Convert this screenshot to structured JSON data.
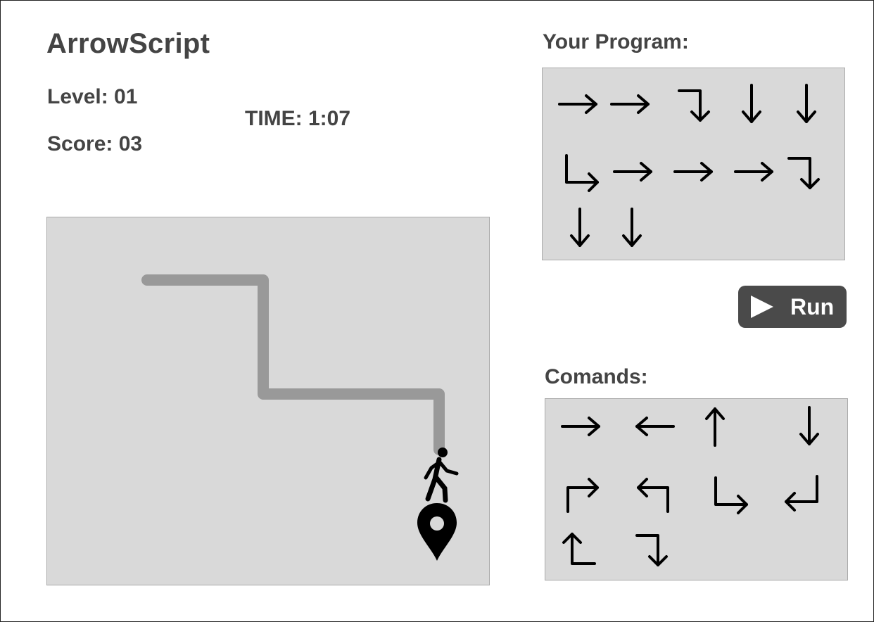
{
  "app": {
    "title": "ArrowScript",
    "level": "Level: 01",
    "score": "Score: 03",
    "time": "TIME: 1:07"
  },
  "program": {
    "title": "Your Program:",
    "steps": [
      "right-arrow",
      "right-arrow",
      "turn-right-down-arrow",
      "down-arrow",
      "down-arrow",
      "turn-down-right-arrow",
      "right-arrow",
      "right-arrow",
      "right-arrow",
      "turn-right-down-arrow",
      "down-arrow",
      "down-arrow"
    ]
  },
  "run_button": {
    "label": "Run",
    "icon": "play-icon"
  },
  "commands": {
    "title": "Comands:",
    "items": [
      "right-arrow",
      "left-arrow",
      "up-arrow",
      "down-arrow",
      "turn-up-right-arrow",
      "turn-up-left-arrow",
      "turn-down-right-arrow",
      "turn-left-return-arrow",
      "turn-left-up-arrow",
      "turn-right-down-arrow"
    ]
  },
  "board": {
    "icons": [
      "walker-icon",
      "map-pin-icon"
    ],
    "path_color": "#999999"
  }
}
